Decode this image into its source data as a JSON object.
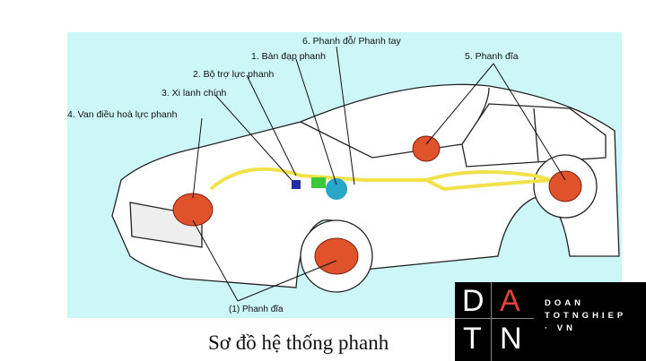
{
  "diagram": {
    "labels": {
      "l6": "6. Phanh đỗ/ Phanh tay",
      "l1": "1. Bàn đạp phanh",
      "l2": "2. Bộ trợ lực phanh",
      "l3": "3. Xi lanh chính",
      "l4": "4. Van điều hoà lực phanh",
      "l5": "5. Phanh đĩa",
      "bottom": "(1) Phanh đĩa"
    },
    "colors": {
      "background": "#cdf6f8",
      "disc": "#e0522a",
      "brake_line": "#f2e24a"
    }
  },
  "caption": "Sơ đồ hệ thống phanh",
  "logo": {
    "d": "D",
    "a": "A",
    "t": "T",
    "n": "N",
    "line1": "DOAN",
    "line2": "TOTNGHIEP",
    "line3": "· VN",
    "accent": "#e0443a"
  }
}
